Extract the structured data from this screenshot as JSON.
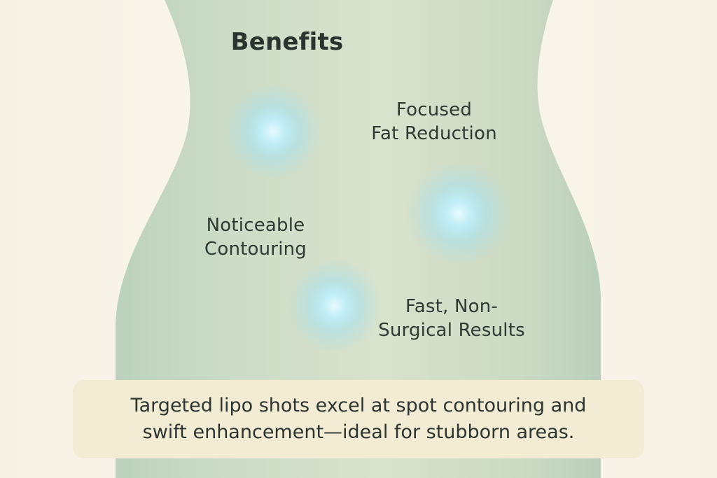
{
  "title": "Benefits",
  "benefits": [
    {
      "line1": "Focused",
      "line2": "Fat Reduction"
    },
    {
      "line1": "Noticeable",
      "line2": "Contouring"
    },
    {
      "line1": "Fast, Non-",
      "line2": "Surgical Results"
    }
  ],
  "note": {
    "line1": "Targeted lipo shots excel at spot contouring and",
    "line2": "swift enhancement—ideal for stubborn areas."
  },
  "colors": {
    "background": "#f7f3e9",
    "torso": "#cfdcc6",
    "glow": "#d8f4fa",
    "note_background": "#f3ecd5",
    "text": "#2f3a33"
  }
}
